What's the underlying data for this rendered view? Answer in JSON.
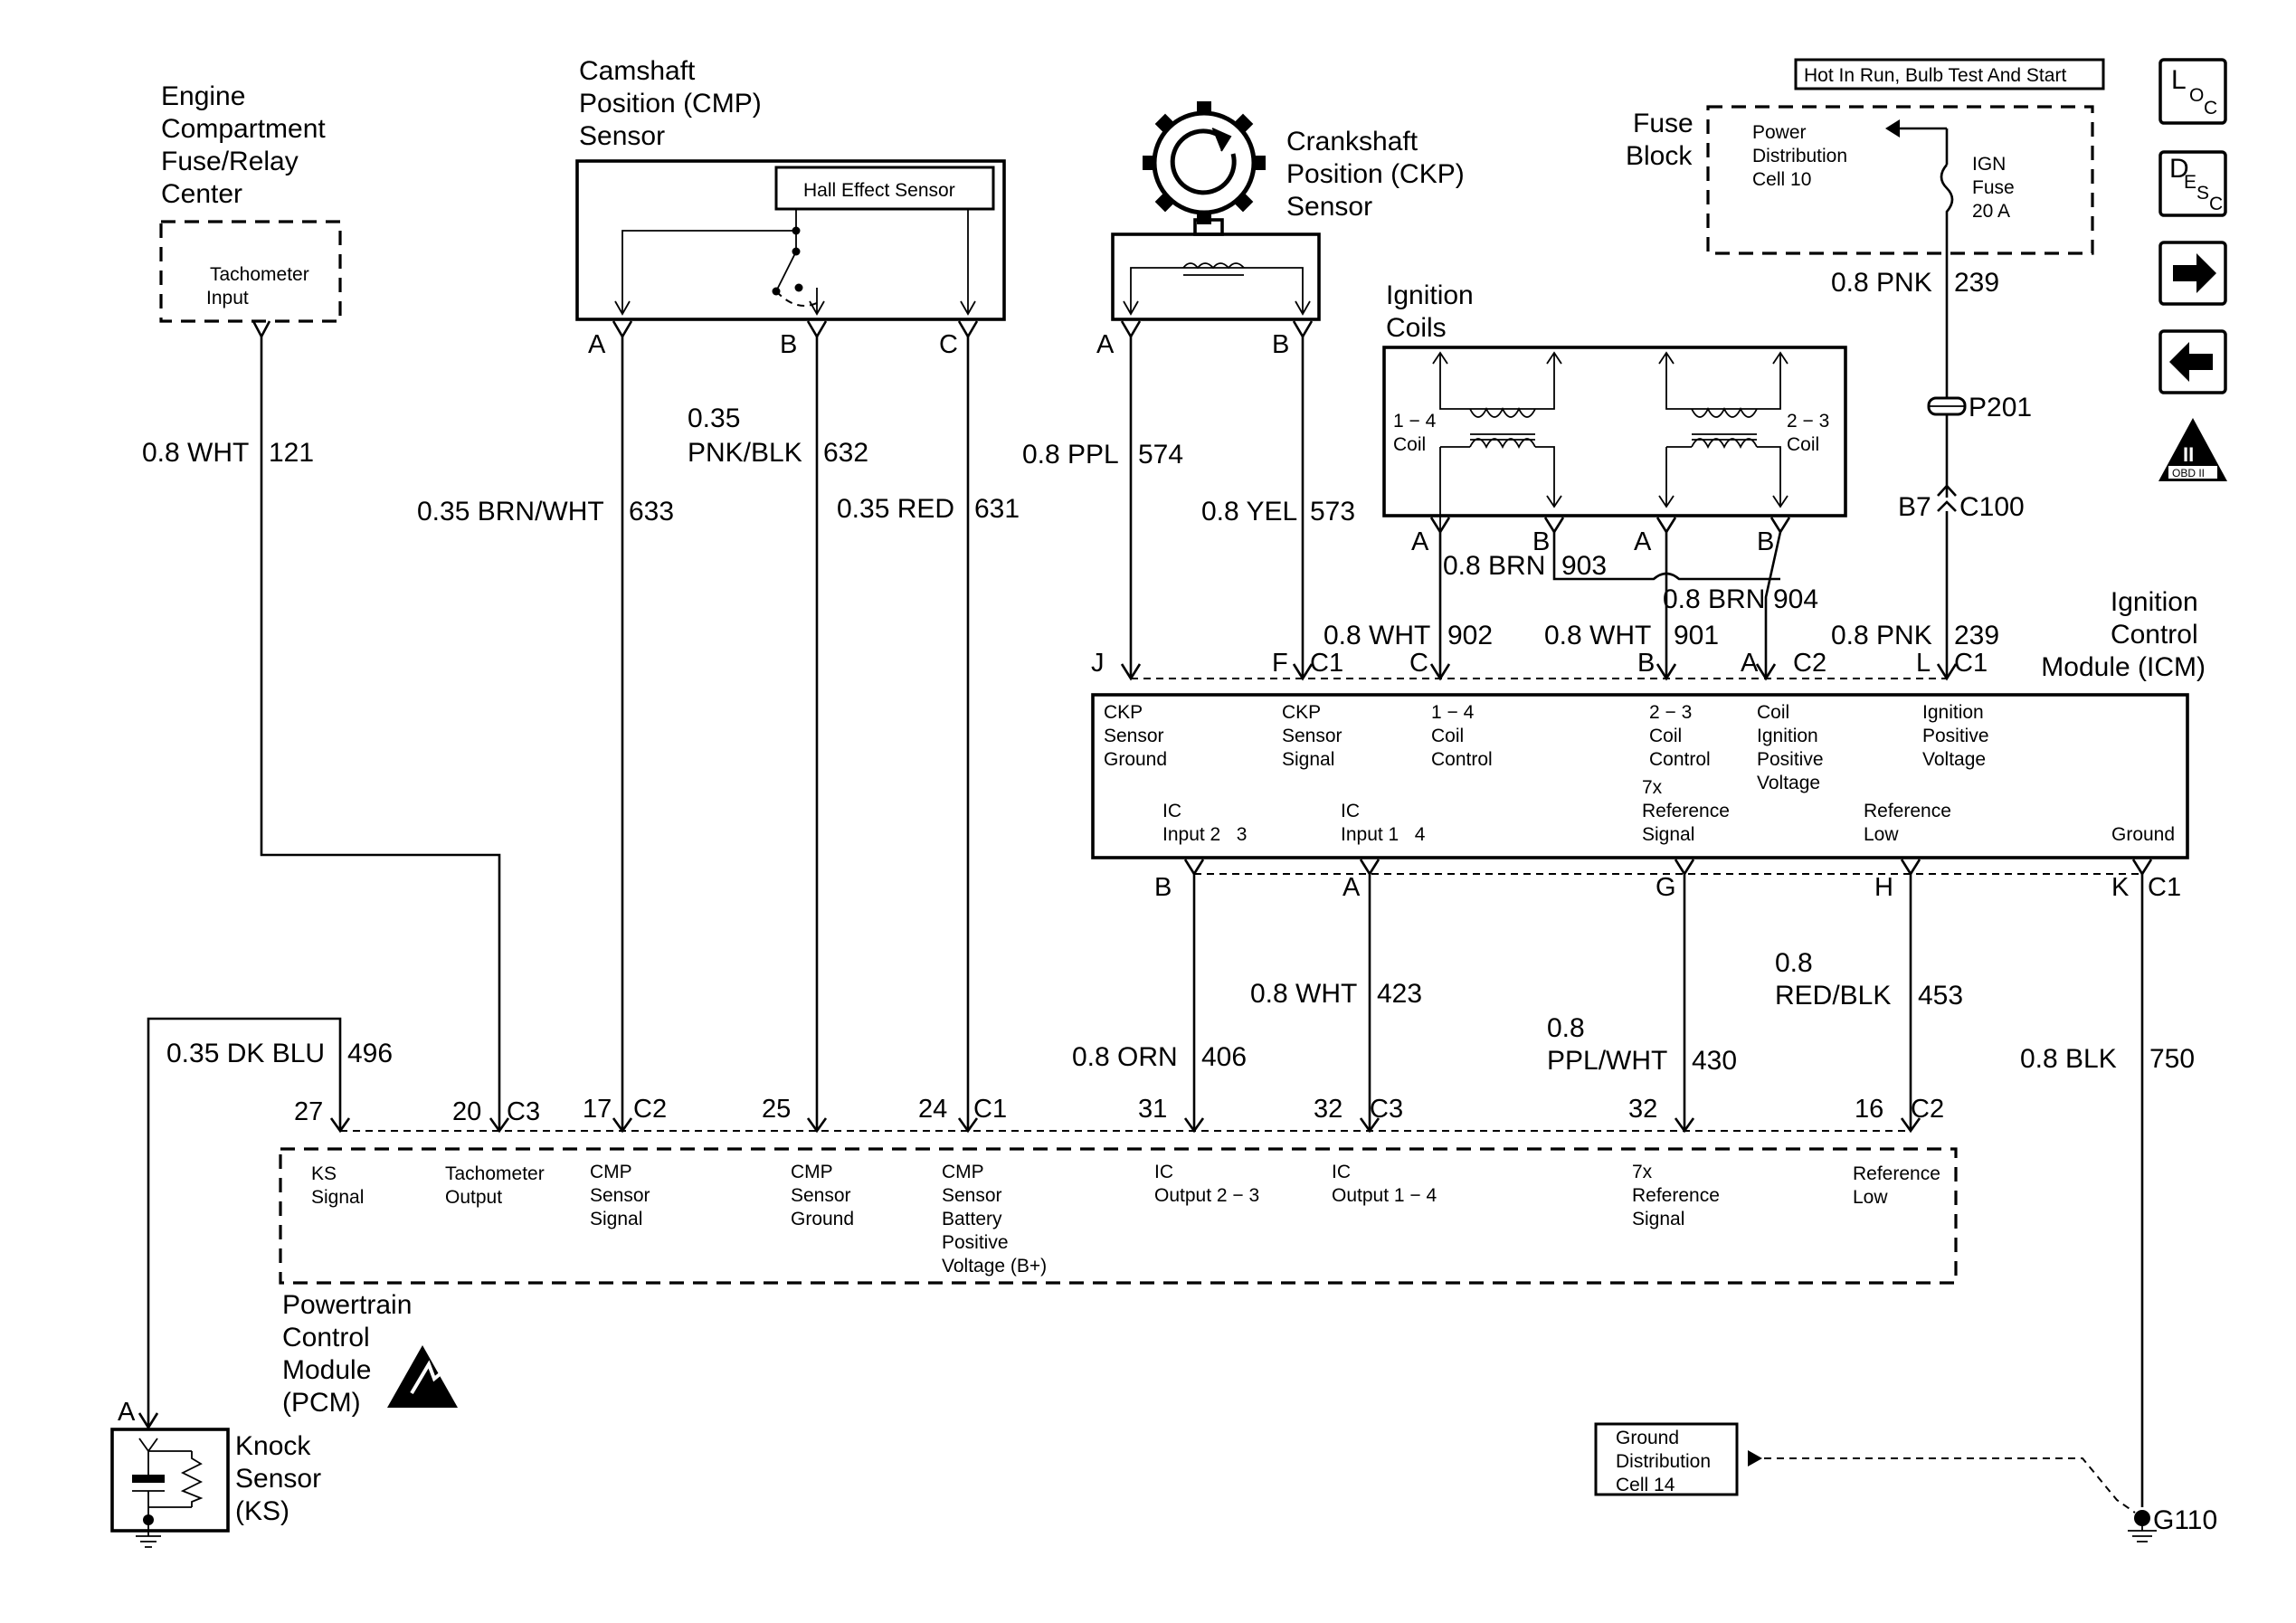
{
  "components": {
    "ecf": [
      "Engine",
      "Compartment",
      "Fuse/Relay",
      "Center"
    ],
    "tach_input": [
      "Tachometer",
      "Input"
    ],
    "cmp": [
      "Camshaft",
      "Position (CMP)",
      "Sensor"
    ],
    "hall": "Hall Effect Sensor",
    "ckp": [
      "Crankshaft",
      "Position (CKP)",
      "Sensor"
    ],
    "ign_coils": [
      "Ignition",
      "Coils"
    ],
    "coil_14": [
      "1 − 4",
      "Coil"
    ],
    "coil_23": [
      "2 − 3",
      "Coil"
    ],
    "fuse_block": [
      "Fuse",
      "Block"
    ],
    "hot_banner": "Hot In Run, Bulb Test And Start",
    "power_dist": [
      "Power",
      "Distribution",
      "Cell 10"
    ],
    "ign_fuse": [
      "IGN",
      "Fuse",
      "20 A"
    ],
    "icm": [
      "Ignition",
      "Control",
      "Module (ICM)"
    ],
    "pcm": [
      "Powertrain",
      "Control",
      "Module",
      "(PCM)"
    ],
    "knock": [
      "Knock",
      "Sensor",
      "(KS)"
    ],
    "ground_dist": [
      "Ground",
      "Distribution",
      "Cell 14"
    ],
    "g110": "G110"
  },
  "nav": {
    "loc": {
      "a": "L",
      "b": "O",
      "c": "C"
    },
    "desc": {
      "a": "D",
      "b": "E",
      "c": "S",
      "d": "C"
    },
    "obd_top": "II",
    "obd_bottom": "OBD II"
  },
  "wires": {
    "w121": [
      "0.8 WHT",
      "121"
    ],
    "w633": [
      "0.35 BRN/WHT",
      "633"
    ],
    "w632_a": "0.35",
    "w632": [
      "PNK/BLK",
      "632"
    ],
    "w631": [
      "0.35 RED",
      "631"
    ],
    "w574": [
      "0.8 PPL",
      "574"
    ],
    "w573": [
      "0.8 YEL",
      "573"
    ],
    "w239_top": [
      "0.8 PNK",
      "239"
    ],
    "p201": "P201",
    "c100": [
      "B7",
      "C100"
    ],
    "w903": [
      "0.8 BRN",
      "903"
    ],
    "w904": [
      "0.8 BRN",
      "904"
    ],
    "w902": [
      "0.8 WHT",
      "902"
    ],
    "w901": [
      "0.8 WHT",
      "901"
    ],
    "w239_bot": [
      "0.8 PNK",
      "239"
    ],
    "w496": [
      "0.35 DK BLU",
      "496"
    ],
    "w406": [
      "0.8 ORN",
      "406"
    ],
    "w423": [
      "0.8 WHT",
      "423"
    ],
    "w430_a": "0.8",
    "w430": [
      "PPL/WHT",
      "430"
    ],
    "w453_a": "0.8",
    "w453": [
      "RED/BLK",
      "453"
    ],
    "w750": [
      "0.8 BLK",
      "750"
    ]
  },
  "pins": {
    "cmp_a": "A",
    "cmp_b": "B",
    "cmp_c": "C",
    "ckp_a": "A",
    "ckp_b": "B",
    "coil_a1": "A",
    "coil_b1": "B",
    "coil_a2": "A",
    "coil_b2": "B",
    "icm_top": [
      "J",
      "F",
      "C1",
      "C",
      "B",
      "A",
      "C2",
      "L",
      "C1"
    ],
    "icm_bot": [
      "B",
      "A",
      "G",
      "H",
      "K",
      "C1"
    ],
    "pcm": [
      "27",
      "20",
      "C3",
      "17",
      "C2",
      "25",
      "24",
      "C1",
      "31",
      "32",
      "C3",
      "32",
      "16",
      "C2"
    ],
    "ks_a": "A"
  },
  "icm_labels": {
    "ckp_ground": [
      "CKP",
      "Sensor",
      "Ground"
    ],
    "ckp_signal": [
      "CKP",
      "Sensor",
      "Signal"
    ],
    "coil14": [
      "1 − 4",
      "Coil",
      "Control"
    ],
    "coil23": [
      "2 − 3",
      "Coil",
      "Control"
    ],
    "coil_ign": [
      "Coil",
      "Ignition",
      "Positive",
      "Voltage"
    ],
    "ign_pos": [
      "Ignition",
      "Positive",
      "Voltage"
    ],
    "ic2": [
      "IC",
      "Input 2   3"
    ],
    "ic1": [
      "IC",
      "Input 1   4"
    ],
    "ref7x": [
      "7x",
      "Reference",
      "Signal"
    ],
    "ref_low": [
      "Reference",
      "Low"
    ],
    "ground": "Ground"
  },
  "pcm_labels": {
    "ks": [
      "KS",
      "Signal"
    ],
    "tach": [
      "Tachometer",
      "Output"
    ],
    "cmp_sig": [
      "CMP",
      "Sensor",
      "Signal"
    ],
    "cmp_gnd": [
      "CMP",
      "Sensor",
      "Ground"
    ],
    "cmp_bat": [
      "CMP",
      "Sensor",
      "Battery",
      "Positive",
      "Voltage (B+)"
    ],
    "ic23": [
      "IC",
      "Output 2 − 3"
    ],
    "ic14": [
      "IC",
      "Output 1 − 4"
    ],
    "ref7x": [
      "7x",
      "Reference",
      "Signal"
    ],
    "ref_low": [
      "Reference",
      "Low"
    ]
  }
}
